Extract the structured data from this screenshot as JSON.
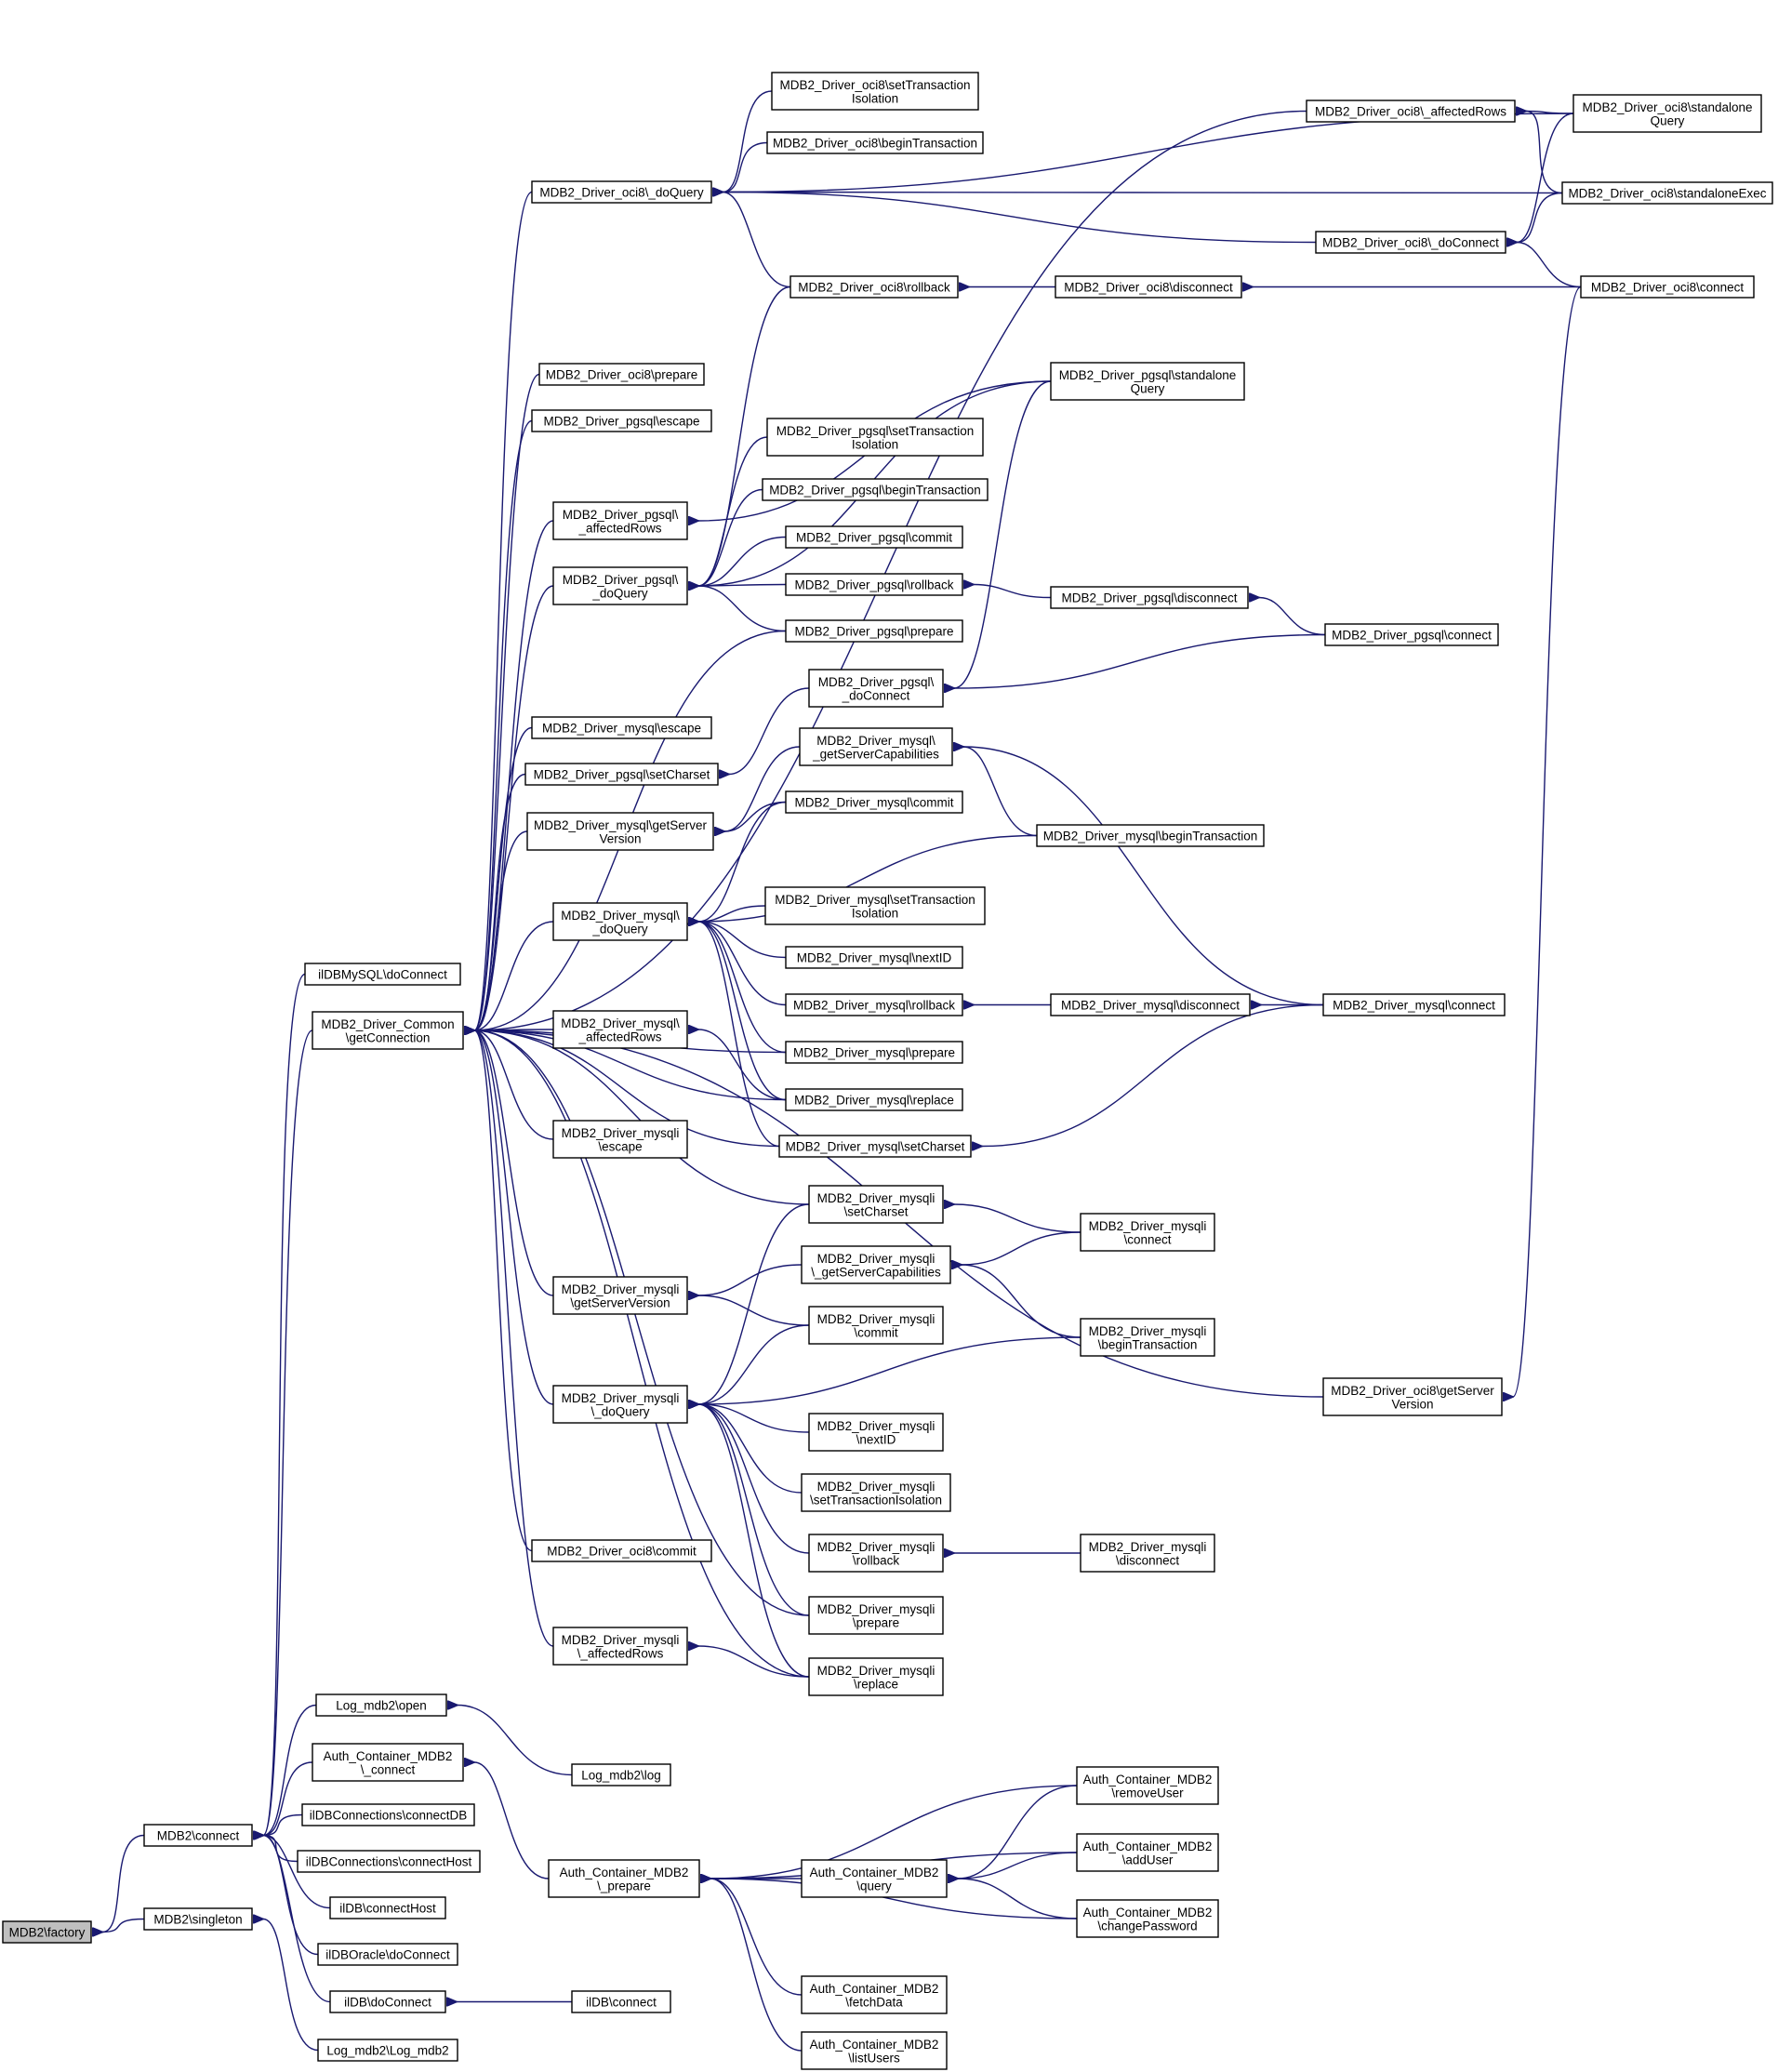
{
  "colors": {
    "edge": "#191970",
    "focus_fill": "#bfbfbf",
    "node_fill": "#ffffff",
    "node_border": "#000000"
  },
  "nodes": {
    "factory": {
      "lines": [
        "MDB2\\factory"
      ],
      "focus": true
    },
    "connect": {
      "lines": [
        "MDB2\\connect"
      ]
    },
    "singleton": {
      "lines": [
        "MDB2\\singleton"
      ]
    },
    "ilmysql_doconnect": {
      "lines": [
        "ilDBMySQL\\doConnect"
      ]
    },
    "getconnection": {
      "lines": [
        "MDB2_Driver_Common",
        "\\getConnection"
      ]
    },
    "log_open": {
      "lines": [
        "Log_mdb2\\open"
      ]
    },
    "auth_connect": {
      "lines": [
        "Auth_Container_MDB2",
        "\\_connect"
      ]
    },
    "ildbc_connectdb": {
      "lines": [
        "ilDBConnections\\connectDB"
      ]
    },
    "ildbc_connecthost": {
      "lines": [
        "ilDBConnections\\connectHost"
      ]
    },
    "ildb_connecthost": {
      "lines": [
        "ilDB\\connectHost"
      ]
    },
    "iloracle_doconnect": {
      "lines": [
        "ilDBOracle\\doConnect"
      ]
    },
    "ildb_doconnect": {
      "lines": [
        "ilDB\\doConnect"
      ]
    },
    "log_log_mdb2": {
      "lines": [
        "Log_mdb2\\Log_mdb2"
      ]
    },
    "log_log": {
      "lines": [
        "Log_mdb2\\log"
      ]
    },
    "auth_prepare": {
      "lines": [
        "Auth_Container_MDB2",
        "\\_prepare"
      ]
    },
    "ildb_connect": {
      "lines": [
        "ilDB\\connect"
      ]
    },
    "auth_query": {
      "lines": [
        "Auth_Container_MDB2",
        "\\query"
      ]
    },
    "auth_fetchdata": {
      "lines": [
        "Auth_Container_MDB2",
        "\\fetchData"
      ]
    },
    "auth_listusers": {
      "lines": [
        "Auth_Container_MDB2",
        "\\listUsers"
      ]
    },
    "auth_removeuser": {
      "lines": [
        "Auth_Container_MDB2",
        "\\removeUser"
      ]
    },
    "auth_adduser": {
      "lines": [
        "Auth_Container_MDB2",
        "\\addUser"
      ]
    },
    "auth_changepw": {
      "lines": [
        "Auth_Container_MDB2",
        "\\changePassword"
      ]
    },
    "oci8_doquery": {
      "lines": [
        "MDB2_Driver_oci8\\_doQuery"
      ]
    },
    "oci8_prepare": {
      "lines": [
        "MDB2_Driver_oci8\\prepare"
      ]
    },
    "pgsql_escape": {
      "lines": [
        "MDB2_Driver_pgsql\\escape"
      ]
    },
    "pgsql_affected": {
      "lines": [
        "MDB2_Driver_pgsql\\",
        "_affectedRows"
      ]
    },
    "pgsql_doquery": {
      "lines": [
        "MDB2_Driver_pgsql\\",
        "_doQuery"
      ]
    },
    "mysql_escape": {
      "lines": [
        "MDB2_Driver_mysql\\escape"
      ]
    },
    "pgsql_setcharset": {
      "lines": [
        "MDB2_Driver_pgsql\\setCharset"
      ]
    },
    "mysql_getserver": {
      "lines": [
        "MDB2_Driver_mysql\\getServer",
        "Version"
      ]
    },
    "mysql_doquery": {
      "lines": [
        "MDB2_Driver_mysql\\",
        "_doQuery"
      ]
    },
    "mysql_affected": {
      "lines": [
        "MDB2_Driver_mysql\\",
        "_affectedRows"
      ]
    },
    "mysqli_escape": {
      "lines": [
        "MDB2_Driver_mysqli",
        "\\escape"
      ]
    },
    "mysqli_getserver": {
      "lines": [
        "MDB2_Driver_mysqli",
        "\\getServerVersion"
      ]
    },
    "mysqli_doquery": {
      "lines": [
        "MDB2_Driver_mysqli",
        "\\_doQuery"
      ]
    },
    "oci8_commit": {
      "lines": [
        "MDB2_Driver_oci8\\commit"
      ]
    },
    "mysqli_affected": {
      "lines": [
        "MDB2_Driver_mysqli",
        "\\_affectedRows"
      ]
    },
    "oci8_settrans": {
      "lines": [
        "MDB2_Driver_oci8\\setTransaction",
        "Isolation"
      ]
    },
    "oci8_begintrans": {
      "lines": [
        "MDB2_Driver_oci8\\beginTransaction"
      ]
    },
    "oci8_rollback": {
      "lines": [
        "MDB2_Driver_oci8\\rollback"
      ]
    },
    "pgsql_settrans": {
      "lines": [
        "MDB2_Driver_pgsql\\setTransaction",
        "Isolation"
      ]
    },
    "pgsql_begintrans": {
      "lines": [
        "MDB2_Driver_pgsql\\beginTransaction"
      ]
    },
    "pgsql_commit": {
      "lines": [
        "MDB2_Driver_pgsql\\commit"
      ]
    },
    "pgsql_rollback": {
      "lines": [
        "MDB2_Driver_pgsql\\rollback"
      ]
    },
    "pgsql_prepare": {
      "lines": [
        "MDB2_Driver_pgsql\\prepare"
      ]
    },
    "pgsql_doconnect": {
      "lines": [
        "MDB2_Driver_pgsql\\",
        "_doConnect"
      ]
    },
    "mysql_getservercap": {
      "lines": [
        "MDB2_Driver_mysql\\",
        "_getServerCapabilities"
      ]
    },
    "mysql_commit": {
      "lines": [
        "MDB2_Driver_mysql\\commit"
      ]
    },
    "mysql_settrans": {
      "lines": [
        "MDB2_Driver_mysql\\setTransaction",
        "Isolation"
      ]
    },
    "mysql_nextid": {
      "lines": [
        "MDB2_Driver_mysql\\nextID"
      ]
    },
    "mysql_rollback": {
      "lines": [
        "MDB2_Driver_mysql\\rollback"
      ]
    },
    "mysql_prepare": {
      "lines": [
        "MDB2_Driver_mysql\\prepare"
      ]
    },
    "mysql_replace": {
      "lines": [
        "MDB2_Driver_mysql\\replace"
      ]
    },
    "mysql_setcharset": {
      "lines": [
        "MDB2_Driver_mysql\\setCharset"
      ]
    },
    "mysqli_setcharset": {
      "lines": [
        "MDB2_Driver_mysqli",
        "\\setCharset"
      ]
    },
    "mysqli_getservercap": {
      "lines": [
        "MDB2_Driver_mysqli",
        "\\_getServerCapabilities"
      ]
    },
    "mysqli_commit": {
      "lines": [
        "MDB2_Driver_mysqli",
        "\\commit"
      ]
    },
    "mysqli_nextid": {
      "lines": [
        "MDB2_Driver_mysqli",
        "\\nextID"
      ]
    },
    "mysqli_settrans": {
      "lines": [
        "MDB2_Driver_mysqli",
        "\\setTransactionIsolation"
      ]
    },
    "mysqli_rollback": {
      "lines": [
        "MDB2_Driver_mysqli",
        "\\rollback"
      ]
    },
    "mysqli_prepare": {
      "lines": [
        "MDB2_Driver_mysqli",
        "\\prepare"
      ]
    },
    "mysqli_replace": {
      "lines": [
        "MDB2_Driver_mysqli",
        "\\replace"
      ]
    },
    "oci8_disconnect": {
      "lines": [
        "MDB2_Driver_oci8\\disconnect"
      ]
    },
    "pgsql_standalone": {
      "lines": [
        "MDB2_Driver_pgsql\\standalone",
        "Query"
      ]
    },
    "pgsql_disconnect": {
      "lines": [
        "MDB2_Driver_pgsql\\disconnect"
      ]
    },
    "mysql_begintrans": {
      "lines": [
        "MDB2_Driver_mysql\\beginTransaction"
      ]
    },
    "mysql_disconnect": {
      "lines": [
        "MDB2_Driver_mysql\\disconnect"
      ]
    },
    "mysqli_connect": {
      "lines": [
        "MDB2_Driver_mysqli",
        "\\connect"
      ]
    },
    "mysqli_begintrans": {
      "lines": [
        "MDB2_Driver_mysqli",
        "\\beginTransaction"
      ]
    },
    "mysqli_disconnect": {
      "lines": [
        "MDB2_Driver_mysqli",
        "\\disconnect"
      ]
    },
    "oci8_affected": {
      "lines": [
        "MDB2_Driver_oci8\\_affectedRows"
      ]
    },
    "oci8_doconnect": {
      "lines": [
        "MDB2_Driver_oci8\\_doConnect"
      ]
    },
    "pgsql_connect": {
      "lines": [
        "MDB2_Driver_pgsql\\connect"
      ]
    },
    "mysql_connect": {
      "lines": [
        "MDB2_Driver_mysql\\connect"
      ]
    },
    "oci8_getserver": {
      "lines": [
        "MDB2_Driver_oci8\\getServer",
        "Version"
      ]
    },
    "oci8_standaloneq": {
      "lines": [
        "MDB2_Driver_oci8\\standalone",
        "Query"
      ]
    },
    "oci8_standaloneexec": {
      "lines": [
        "MDB2_Driver_oci8\\standaloneExec"
      ]
    },
    "oci8_connect": {
      "lines": [
        "MDB2_Driver_oci8\\connect"
      ]
    }
  },
  "edges": [
    [
      "factory",
      "connect"
    ],
    [
      "factory",
      "singleton"
    ],
    [
      "connect",
      "ilmysql_doconnect"
    ],
    [
      "connect",
      "getconnection"
    ],
    [
      "connect",
      "log_open"
    ],
    [
      "connect",
      "auth_connect"
    ],
    [
      "connect",
      "ildbc_connectdb"
    ],
    [
      "connect",
      "ildbc_connecthost"
    ],
    [
      "connect",
      "ildb_connecthost"
    ],
    [
      "connect",
      "iloracle_doconnect"
    ],
    [
      "connect",
      "ildb_doconnect"
    ],
    [
      "singleton",
      "log_log_mdb2"
    ],
    [
      "log_open",
      "log_log"
    ],
    [
      "auth_connect",
      "auth_prepare"
    ],
    [
      "ildb_doconnect",
      "ildb_connect"
    ],
    [
      "auth_prepare",
      "auth_query"
    ],
    [
      "auth_prepare",
      "auth_fetchdata"
    ],
    [
      "auth_prepare",
      "auth_listusers"
    ],
    [
      "auth_prepare",
      "auth_removeuser"
    ],
    [
      "auth_prepare",
      "auth_adduser"
    ],
    [
      "auth_prepare",
      "auth_changepw"
    ],
    [
      "auth_query",
      "auth_removeuser"
    ],
    [
      "auth_query",
      "auth_adduser"
    ],
    [
      "auth_query",
      "auth_changepw"
    ],
    [
      "getconnection",
      "oci8_doquery"
    ],
    [
      "getconnection",
      "oci8_prepare"
    ],
    [
      "getconnection",
      "pgsql_escape"
    ],
    [
      "getconnection",
      "pgsql_affected"
    ],
    [
      "getconnection",
      "pgsql_doquery"
    ],
    [
      "getconnection",
      "mysql_escape"
    ],
    [
      "getconnection",
      "pgsql_setcharset"
    ],
    [
      "getconnection",
      "mysql_getserver"
    ],
    [
      "getconnection",
      "mysql_doquery"
    ],
    [
      "getconnection",
      "mysql_affected"
    ],
    [
      "getconnection",
      "mysqli_escape"
    ],
    [
      "getconnection",
      "mysqli_getserver"
    ],
    [
      "getconnection",
      "mysqli_doquery"
    ],
    [
      "getconnection",
      "oci8_commit"
    ],
    [
      "getconnection",
      "mysqli_affected"
    ],
    [
      "getconnection",
      "oci8_affected"
    ],
    [
      "getconnection",
      "pgsql_prepare"
    ],
    [
      "getconnection",
      "mysql_prepare"
    ],
    [
      "getconnection",
      "mysql_replace"
    ],
    [
      "getconnection",
      "mysql_setcharset"
    ],
    [
      "getconnection",
      "mysqli_setcharset"
    ],
    [
      "getconnection",
      "mysqli_prepare"
    ],
    [
      "getconnection",
      "mysqli_replace"
    ],
    [
      "getconnection",
      "oci8_getserver"
    ],
    [
      "oci8_doquery",
      "oci8_settrans"
    ],
    [
      "oci8_doquery",
      "oci8_begintrans"
    ],
    [
      "oci8_doquery",
      "oci8_rollback"
    ],
    [
      "oci8_doquery",
      "oci8_doconnect"
    ],
    [
      "oci8_doquery",
      "oci8_standaloneexec"
    ],
    [
      "oci8_doquery",
      "oci8_standaloneq"
    ],
    [
      "oci8_affected",
      "oci8_standaloneq"
    ],
    [
      "oci8_affected",
      "oci8_standaloneexec"
    ],
    [
      "oci8_doconnect",
      "oci8_standaloneq"
    ],
    [
      "oci8_doconnect",
      "oci8_standaloneexec"
    ],
    [
      "oci8_doconnect",
      "oci8_connect"
    ],
    [
      "oci8_rollback",
      "oci8_disconnect"
    ],
    [
      "oci8_disconnect",
      "oci8_connect"
    ],
    [
      "oci8_getserver",
      "oci8_connect"
    ],
    [
      "pgsql_affected",
      "pgsql_standalone"
    ],
    [
      "pgsql_doquery",
      "pgsql_standalone"
    ],
    [
      "pgsql_doquery",
      "pgsql_settrans"
    ],
    [
      "pgsql_doquery",
      "pgsql_begintrans"
    ],
    [
      "pgsql_doquery",
      "pgsql_commit"
    ],
    [
      "pgsql_doquery",
      "pgsql_rollback"
    ],
    [
      "pgsql_doquery",
      "pgsql_prepare"
    ],
    [
      "pgsql_doquery",
      "oci8_rollback"
    ],
    [
      "pgsql_rollback",
      "pgsql_disconnect"
    ],
    [
      "pgsql_disconnect",
      "pgsql_connect"
    ],
    [
      "pgsql_setcharset",
      "pgsql_doconnect"
    ],
    [
      "pgsql_doconnect",
      "pgsql_standalone"
    ],
    [
      "pgsql_doconnect",
      "pgsql_connect"
    ],
    [
      "mysql_getserver",
      "mysql_getservercap"
    ],
    [
      "mysql_getserver",
      "mysql_commit"
    ],
    [
      "mysql_getservercap",
      "mysql_begintrans"
    ],
    [
      "mysql_getservercap",
      "mysql_connect"
    ],
    [
      "mysql_doquery",
      "mysql_begintrans"
    ],
    [
      "mysql_doquery",
      "mysql_settrans"
    ],
    [
      "mysql_doquery",
      "mysql_nextid"
    ],
    [
      "mysql_doquery",
      "mysql_rollback"
    ],
    [
      "mysql_doquery",
      "mysql_prepare"
    ],
    [
      "mysql_doquery",
      "mysql_replace"
    ],
    [
      "mysql_doquery",
      "mysql_setcharset"
    ],
    [
      "mysql_doquery",
      "mysql_commit"
    ],
    [
      "mysql_rollback",
      "mysql_disconnect"
    ],
    [
      "mysql_disconnect",
      "mysql_connect"
    ],
    [
      "mysql_setcharset",
      "mysql_connect"
    ],
    [
      "mysql_affected",
      "mysql_replace"
    ],
    [
      "mysqli_getserver",
      "mysqli_getservercap"
    ],
    [
      "mysqli_getserver",
      "mysqli_commit"
    ],
    [
      "mysqli_getservercap",
      "mysqli_connect"
    ],
    [
      "mysqli_getservercap",
      "mysqli_begintrans"
    ],
    [
      "mysqli_setcharset",
      "mysqli_connect"
    ],
    [
      "mysqli_doquery",
      "mysqli_setcharset"
    ],
    [
      "mysqli_doquery",
      "mysqli_commit"
    ],
    [
      "mysqli_doquery",
      "mysqli_begintrans"
    ],
    [
      "mysqli_doquery",
      "mysqli_nextid"
    ],
    [
      "mysqli_doquery",
      "mysqli_settrans"
    ],
    [
      "mysqli_doquery",
      "mysqli_rollback"
    ],
    [
      "mysqli_doquery",
      "mysqli_prepare"
    ],
    [
      "mysqli_doquery",
      "mysqli_replace"
    ],
    [
      "mysqli_rollback",
      "mysqli_disconnect"
    ],
    [
      "mysqli_affected",
      "mysqli_replace"
    ]
  ]
}
